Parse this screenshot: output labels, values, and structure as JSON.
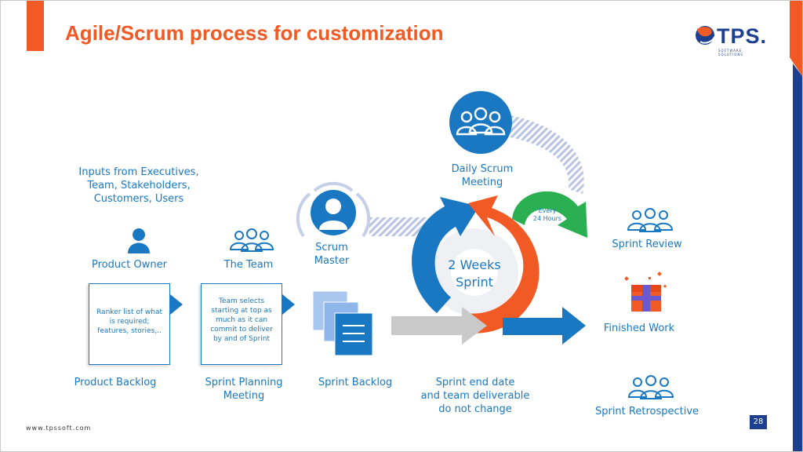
{
  "slide": {
    "title": "Agile/Scrum process for customization",
    "logo_text": "TPS.",
    "logo_sub": "SOFTWARE SOLUTIONS",
    "footer": "www.tpssoft.com",
    "page_number": "28"
  },
  "colors": {
    "orange": "#f15a24",
    "blue": "#1a78c2",
    "navy": "#1d3f8f",
    "green": "#2ab052",
    "gray": "#c6c6c6"
  },
  "labels": {
    "inputs": "Inputs from Executives,\nTeam, Stakeholders,\nCustomers, Users",
    "product_owner": "Product Owner",
    "the_team": "The Team",
    "scrum_master": "Scrum\nMaster",
    "daily_scrum": "Daily Scrum\nMeeting",
    "every_24": "Every\n24 Hours",
    "sprint_center": "2 Weeks\nSprint",
    "sprint_review": "Sprint Review",
    "finished_work": "Finished Work",
    "sprint_retro": "Sprint Retrospective",
    "product_backlog": "Product Backlog",
    "sprint_planning": "Sprint Planning\nMeeting",
    "sprint_backlog": "Sprint Backlog",
    "sprint_end": "Sprint end date\nand team deliverable\ndo not change"
  },
  "docs": {
    "product_backlog_text": "Ranker list of what is required; features, stories,..",
    "sprint_planning_text": "Team selects starting at top as much as it can commit to deliver by and of Sprint"
  },
  "icons": [
    "person-icon",
    "group-icon",
    "avatar-icon",
    "document-stack-icon",
    "gift-box-icon",
    "gear-icon"
  ]
}
